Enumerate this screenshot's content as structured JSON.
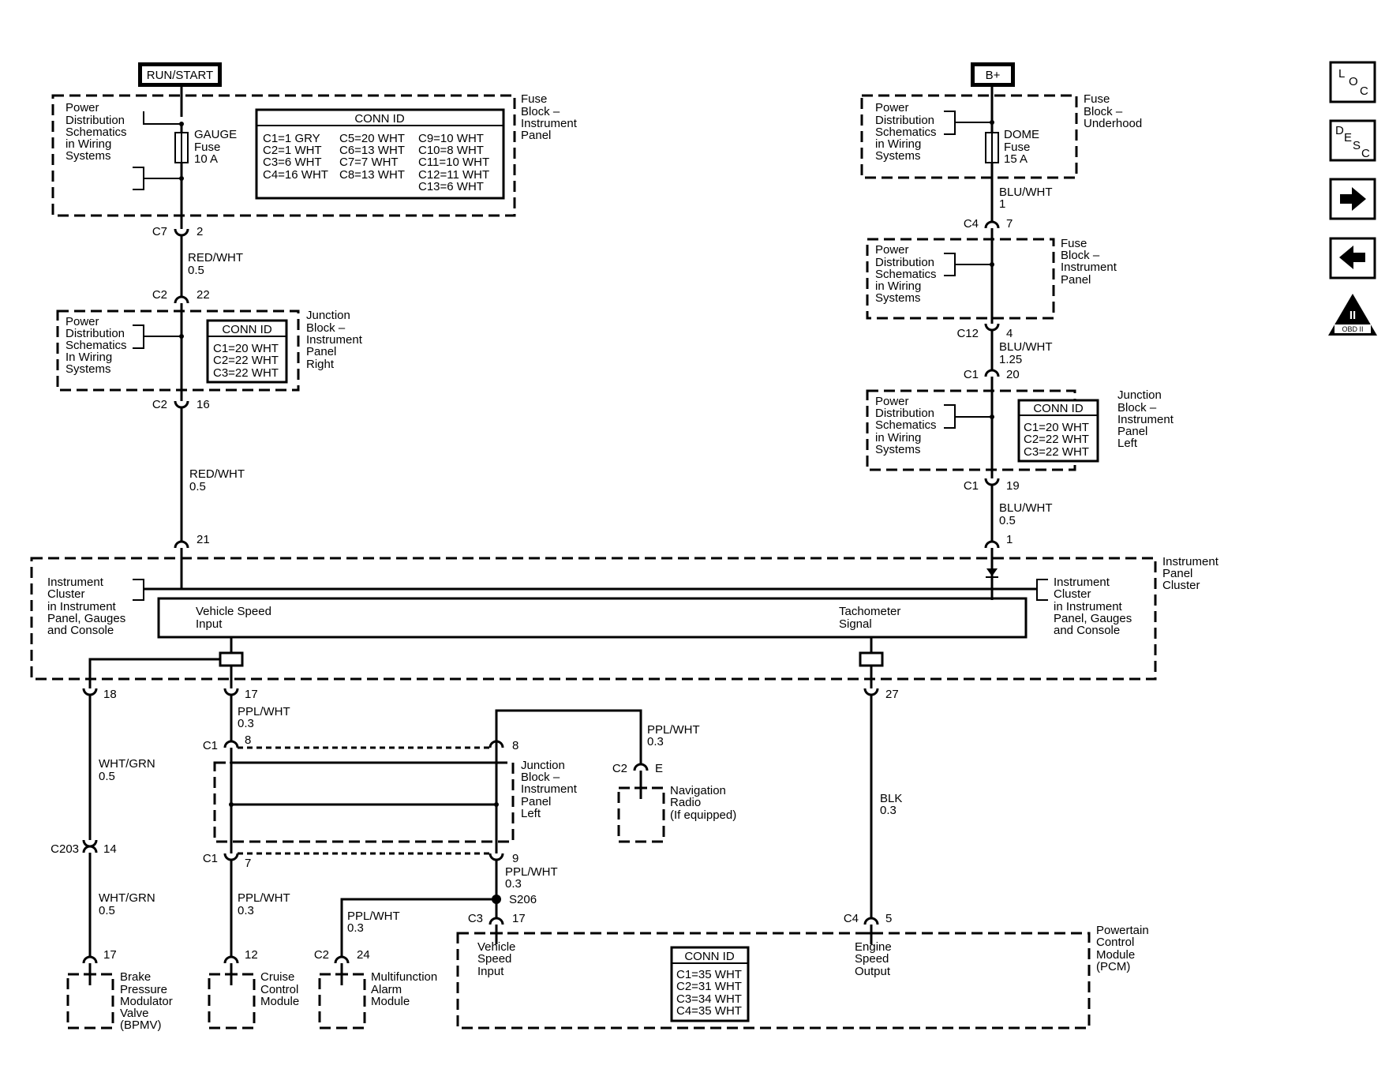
{
  "power_labels": {
    "run_start": "RUN/START",
    "b_plus": "B+"
  },
  "pd_text": [
    "Power",
    "Distribution",
    "Schematics",
    "in Wiring",
    "Systems"
  ],
  "pd_text_alt": [
    "Power",
    "Distribution",
    "Schematics",
    "In Wiring",
    "Systems"
  ],
  "fuse_ip": {
    "name": [
      "Fuse",
      "Block –",
      "Instrument",
      "Panel"
    ],
    "fuse": [
      "GAUGE",
      "Fuse",
      "10 A"
    ],
    "conn_title": "CONN ID",
    "conn": [
      [
        "C1=1 GRY",
        "C5=20 WHT",
        "C9=10 WHT"
      ],
      [
        "C2=1 WHT",
        "C6=13 WHT",
        "C10=8 WHT"
      ],
      [
        "C3=6 WHT",
        "C7=7 WHT",
        "C11=10 WHT"
      ],
      [
        "C4=16 WHT",
        "C8=13 WHT",
        "C12=11 WHT"
      ],
      [
        "",
        "",
        "C13=6 WHT"
      ]
    ]
  },
  "fuse_uh": {
    "name": [
      "Fuse",
      "Block –",
      "Underhood"
    ],
    "fuse": [
      "DOME",
      "Fuse",
      "15 A"
    ]
  },
  "fuse_ip2": {
    "name": [
      "Fuse",
      "Block –",
      "Instrument",
      "Panel"
    ]
  },
  "jb_ipr": {
    "name": [
      "Junction",
      "Block –",
      "Instrument",
      "Panel",
      "Right"
    ],
    "conn_title": "CONN ID",
    "conn": [
      "C1=20 WHT",
      "C2=22 WHT",
      "C3=22 WHT"
    ]
  },
  "jb_ipl_right": {
    "name": [
      "Junction",
      "Block –",
      "Instrument",
      "Panel",
      "Left"
    ],
    "conn_title": "CONN ID",
    "conn": [
      "C1=20 WHT",
      "C2=22 WHT",
      "C3=22 WHT"
    ]
  },
  "jb_ipl_lower": {
    "name": [
      "Junction",
      "Block –",
      "Instrument",
      "Panel",
      "Left"
    ]
  },
  "cluster": {
    "name": [
      "Instrument",
      "Panel",
      "Cluster"
    ],
    "ref": [
      "Instrument",
      "Cluster",
      "in Instrument",
      "Panel, Gauges",
      "and Console"
    ],
    "vss": [
      "Vehicle Speed",
      "Input"
    ],
    "tach": [
      "Tachometer",
      "Signal"
    ]
  },
  "pcm": {
    "name": [
      "Powertain",
      "Control",
      "Module",
      "(PCM)"
    ],
    "vss": [
      "Vehicle",
      "Speed",
      "Input"
    ],
    "eso": [
      "Engine",
      "Speed",
      "Output"
    ],
    "conn_title": "CONN ID",
    "conn": [
      "C1=35 WHT",
      "C2=31 WHT",
      "C3=34 WHT",
      "C4=35 WHT"
    ]
  },
  "modules": {
    "bpmv": [
      "Brake",
      "Pressure",
      "Modulator",
      "Valve",
      "(BPMV)"
    ],
    "cruise": [
      "Cruise",
      "Control",
      "Module"
    ],
    "alarm": [
      "Multifunction",
      "Alarm",
      "Module"
    ],
    "nav": [
      "Navigation",
      "Radio",
      "(If equipped)"
    ]
  },
  "wires": {
    "red_wht_1": [
      "RED/WHT",
      "0.5"
    ],
    "red_wht_2": [
      "RED/WHT",
      "0.5"
    ],
    "blu_wht_1": [
      "BLU/WHT",
      "1"
    ],
    "blu_wht_2": [
      "BLU/WHT",
      "1.25"
    ],
    "blu_wht_3": [
      "BLU/WHT",
      "0.5"
    ],
    "wht_grn_1": [
      "WHT/GRN",
      "0.5"
    ],
    "wht_grn_2": [
      "WHT/GRN",
      "0.5"
    ],
    "ppl_wht_1": [
      "PPL/WHT",
      "0.3"
    ],
    "ppl_wht_nav": [
      "PPL/WHT",
      "0.3"
    ],
    "ppl_wht_2": [
      "PPL/WHT",
      "0.3"
    ],
    "ppl_wht_3": [
      "PPL/WHT",
      "0.3"
    ],
    "ppl_wht_4": [
      "PPL/WHT",
      "0.3"
    ],
    "blk": [
      "BLK",
      "0.3"
    ]
  },
  "connectors": {
    "c7_2": [
      "C7",
      "2"
    ],
    "c2_22": [
      "C2",
      "22"
    ],
    "c2_16": [
      "C2",
      "16"
    ],
    "p21": [
      "",
      "21"
    ],
    "c4_7": [
      "C4",
      "7"
    ],
    "c12_4": [
      "C12",
      "4"
    ],
    "c1_20": [
      "C1",
      "20"
    ],
    "c1_19": [
      "C1",
      "19"
    ],
    "p1": [
      "",
      "1"
    ],
    "p18": [
      "",
      "18"
    ],
    "p17": [
      "",
      "17"
    ],
    "p27": [
      "",
      "27"
    ],
    "c1_8": [
      "C1",
      "8"
    ],
    "p8r": [
      "",
      "8"
    ],
    "c2_e": [
      "C2",
      "E"
    ],
    "c1_7": [
      "C1",
      "7"
    ],
    "p9": [
      "",
      "9"
    ],
    "c203_14": [
      "C203",
      "14"
    ],
    "c3_17": [
      "C3",
      "17"
    ],
    "c4_5": [
      "C4",
      "5"
    ],
    "p17b": [
      "",
      "17"
    ],
    "p12": [
      "",
      "12"
    ],
    "c2_24": [
      "C2",
      "24"
    ]
  },
  "splice": "S206",
  "side_buttons": {
    "loc": [
      "L",
      "O",
      "C"
    ],
    "desc": [
      "D",
      "E",
      "S",
      "C"
    ],
    "forward": "→",
    "back": "←",
    "obd": [
      "II",
      "OBD II"
    ]
  }
}
